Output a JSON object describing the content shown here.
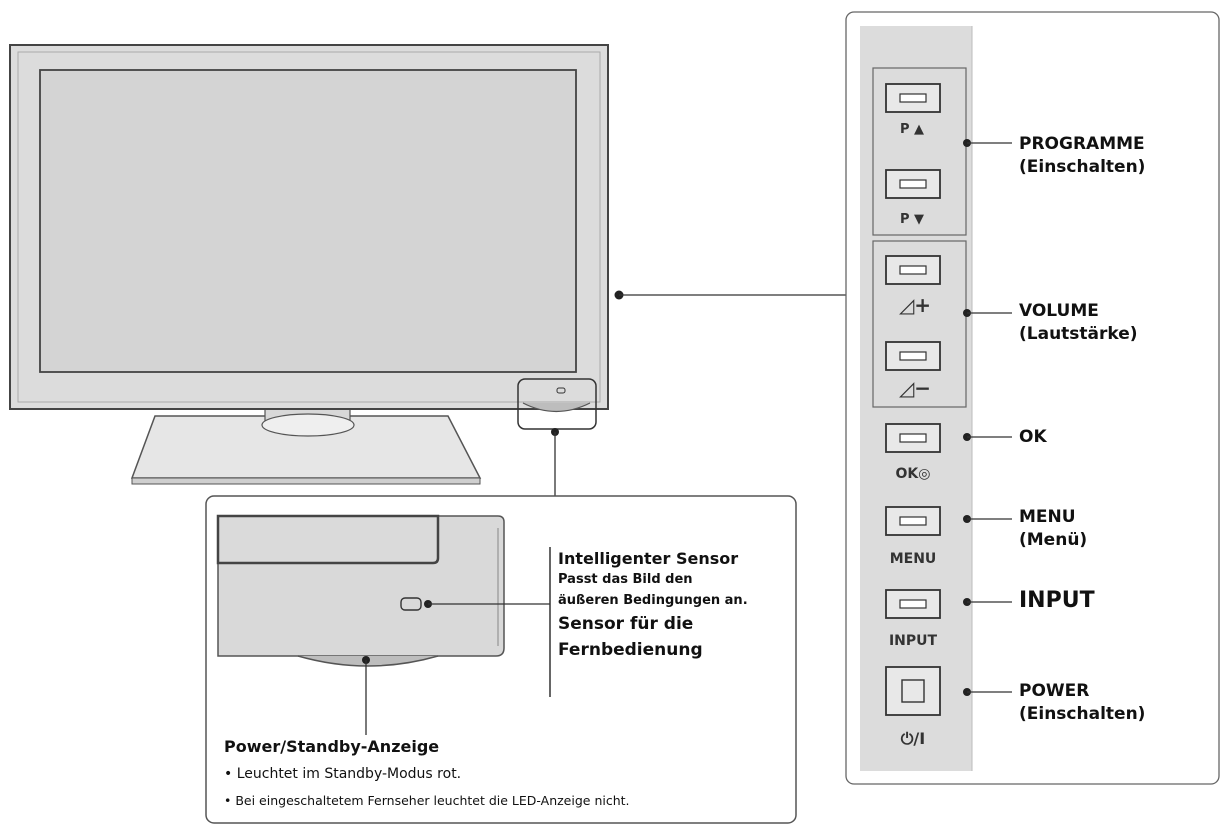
{
  "panel_labels": {
    "programme": "PROGRAMME",
    "programme_sub": "(Einschalten)",
    "volume": "VOLUME",
    "volume_sub": "(Lautstärke)",
    "ok": "OK",
    "menu": "MENU",
    "menu_sub": "(Menü)",
    "input": "INPUT",
    "power": "POWER",
    "power_sub": "(Einschalten)"
  },
  "button_captions": {
    "p_up": "P ▲",
    "p_down": "P ▼",
    "vol_up": "◿+",
    "vol_down": "◿−",
    "ok": "OK◎",
    "menu": "MENU",
    "input": "INPUT",
    "power": "⏻/I"
  },
  "detail": {
    "sensor_title": "Intelligenter Sensor",
    "sensor_line1": "Passt das Bild den",
    "sensor_line2": "äußeren Bedingungen an.",
    "remote_line1": "Sensor für die",
    "remote_line2": "Fernbedienung",
    "standby_title": "Power/Standby-Anzeige",
    "bullet1": "• Leuchtet im Standby-Modus rot.",
    "bullet2": "• Bei eingeschaltetem Fernseher leuchtet die LED-Anzeige nicht."
  }
}
